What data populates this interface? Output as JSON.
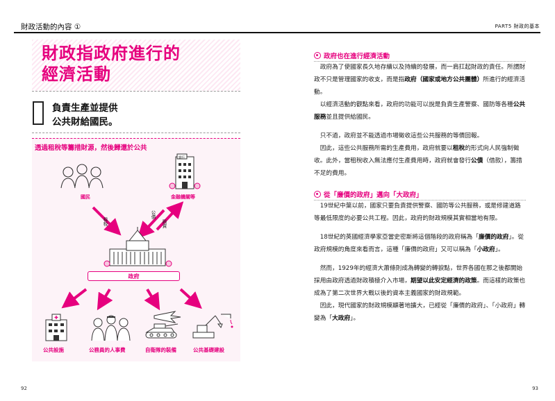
{
  "header": {
    "left_title": "財政活動的內容 ①",
    "right_title": "PART5 財政的基本"
  },
  "page_numbers": {
    "left": "92",
    "right": "93"
  },
  "title_lines": [
    "財政指政府進行的",
    "經濟活動"
  ],
  "subtitle_lines": [
    "負責生產並提供",
    "公共財給國民。"
  ],
  "diagram": {
    "heading": "透過租稅等籌措財源，然後歸還於公共",
    "bank_sign": "銀行",
    "labels": {
      "citizens": "國民",
      "financial": "金融機關等",
      "government": "政府",
      "tax": "租稅",
      "bonds": "公債",
      "financing": "融資"
    },
    "bottom_labels": [
      "公共設施",
      "公務員的人事費",
      "自衛隊的裝備",
      "公共基礎建設"
    ],
    "accent_color": "#e6007e",
    "icons": [
      "people-icon",
      "bank-building-icon",
      "parliament-icon",
      "hospital-icon",
      "officials-icon",
      "military-icon",
      "construction-icon"
    ]
  },
  "sections": [
    {
      "heading": "政府也在進行經濟活動",
      "paragraphs": [
        [
          "　政府為了使國家長久地存續以及持續的發展，而一肩扛起財政的責任。所謂財政不只是管理國家的收支，而是指",
          {
            "b": "政府（國家或地方公共團體）"
          },
          "所進行的經濟活動。"
        ],
        [
          "　以經濟活動的觀點來看，政府的功能可以說是負責生產警察、國防等各種",
          {
            "b": "公共服務"
          },
          "並且提供給國民。"
        ],
        [
          "　只不過，政府並不能透過市場徵收這些公共服務的等價回報。"
        ],
        [
          "　因此，這些公共服務所需的生產費用，政府就要以",
          {
            "b": "租稅"
          },
          "的形式向人民強制徵收。此外，當租稅收入無法應付生產費用時，政府就會發行",
          {
            "b": "公債"
          },
          "（借款），籌措不足的費用。"
        ]
      ]
    },
    {
      "heading": "從「廉價的政府」邁向「大政府」",
      "paragraphs": [
        [
          "　19世紀中葉以前，國家只要負責提供警察、國防等公共服務，或是修建道路等最低限度的必要公共工程。因此，政府的財政規模其實相當地有限。"
        ],
        [
          "　18世紀的英國經濟學家亞當史密斯將這個階段的政府稱為「",
          {
            "b": "廉價的政府"
          },
          "」。從政府規模的角度來看而言，這種「廉價的政府」又可以稱為「",
          {
            "b": "小政府"
          },
          "」。"
        ],
        [
          "　然而，1929年的經濟大蕭條則成為轉變的轉捩點，世界各國在那之後都開始採用由政府透過財政積極介入市場，",
          {
            "b": "期望以此安定經濟的政策"
          },
          "。而這樣的政策也成為了第二次世界大戰以後的資本主義國家的財政規範。"
        ],
        [
          "　因此，現代國家的財政規模顯著地擴大，已經從「廉價的政府」、「小政府」轉變為「",
          {
            "b": "大政府"
          },
          "」。"
        ]
      ]
    }
  ]
}
